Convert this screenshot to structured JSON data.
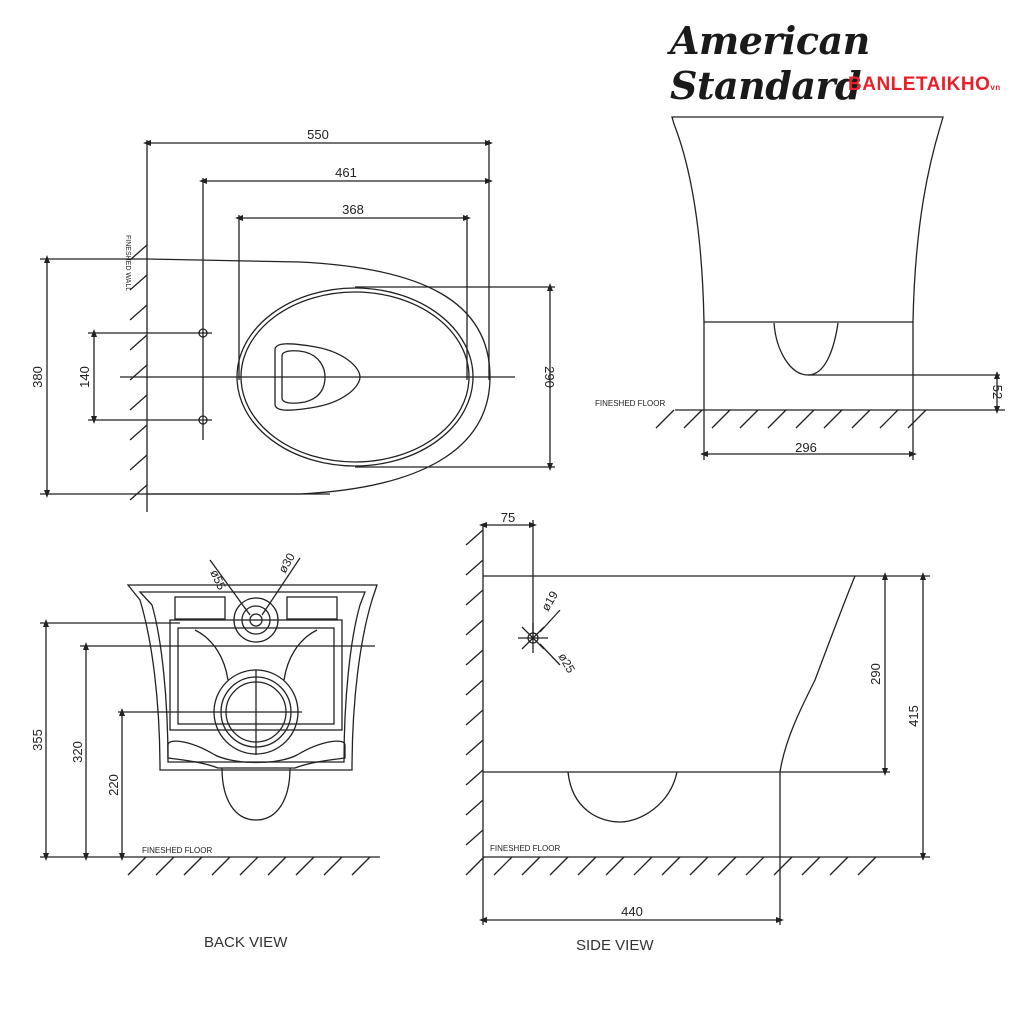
{
  "brand": {
    "name": "American Standard",
    "dealer": "BANLETAIKHO",
    "dealer_suffix": "vn",
    "dealer_color": "#e8202a",
    "name_color": "#1a1a1a"
  },
  "top_view": {
    "wall_label": "FINESHED WALL",
    "dims": {
      "overall_length": "550",
      "fixing_to_front": "461",
      "seat_opening": "368",
      "overall_width": "380",
      "fixing_spacing": "140",
      "bowl_width": "290"
    }
  },
  "front_view": {
    "floor_label": "FINESHED FLOOR",
    "dims": {
      "base_width": "296",
      "outlet_height": "52"
    }
  },
  "back_view": {
    "label": "BACK VIEW",
    "floor_label": "FINESHED FLOOR",
    "dims": {
      "top_height": "355",
      "fixing_height": "320",
      "outlet_height": "220",
      "inlet_outer_dia": "ø55",
      "inlet_inner_dia": "ø30"
    }
  },
  "side_view": {
    "label": "SIDE VIEW",
    "floor_label": "FINESHED FLOOR",
    "dims": {
      "inlet_offset": "75",
      "inlet_dia_inner": "ø19",
      "inlet_dia_outer": "ø25",
      "body_height": "290",
      "total_height": "415",
      "projection": "440"
    }
  }
}
